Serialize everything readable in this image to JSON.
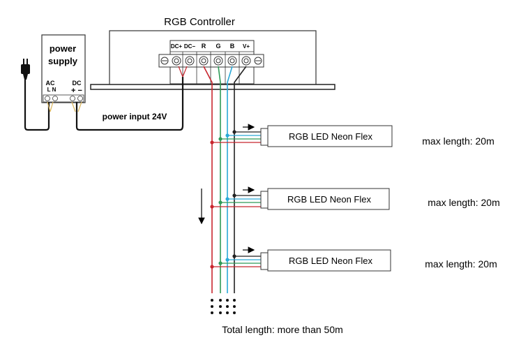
{
  "controller": {
    "title": "RGB Controller",
    "terminals": [
      "DC+",
      "DC−",
      "R",
      "G",
      "B",
      "V+"
    ]
  },
  "power_supply": {
    "title_line1": "power",
    "title_line2": "supply",
    "ac_label": "AC",
    "ac_terminals": "L  N",
    "dc_label": "DC",
    "dc_polarity": "+ −"
  },
  "power_input_label": "power input  24V",
  "strips": [
    {
      "label": "RGB LED Neon Flex",
      "max_length": "max length: 20m"
    },
    {
      "label": "RGB LED Neon Flex",
      "max_length": "max length: 20m"
    },
    {
      "label": "RGB LED Neon Flex",
      "max_length": "max length: 20m"
    }
  ],
  "total_length": "Total length: more than 50m",
  "colors": {
    "red_wire": "#c8262e",
    "green_wire": "#2f9a58",
    "blue_wire": "#2aa9d8",
    "black_wire": "#222222",
    "outline": "#333333"
  }
}
